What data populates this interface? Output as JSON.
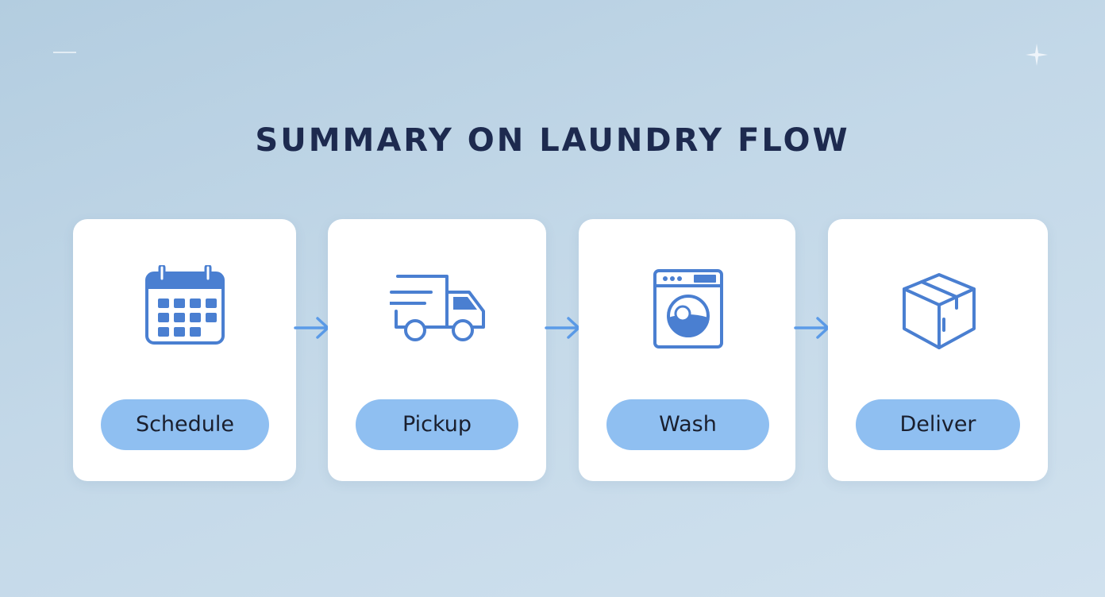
{
  "title": "SUMMARY ON LAUNDRY FLOW",
  "colors": {
    "accent": "#4a7fd1",
    "pill": "#8fbff1",
    "title": "#1d2a4f",
    "card": "#ffffff"
  },
  "steps": [
    {
      "label": "Schedule",
      "icon": "calendar-icon"
    },
    {
      "label": "Pickup",
      "icon": "truck-icon"
    },
    {
      "label": "Wash",
      "icon": "washing-machine-icon"
    },
    {
      "label": "Deliver",
      "icon": "box-icon"
    }
  ]
}
